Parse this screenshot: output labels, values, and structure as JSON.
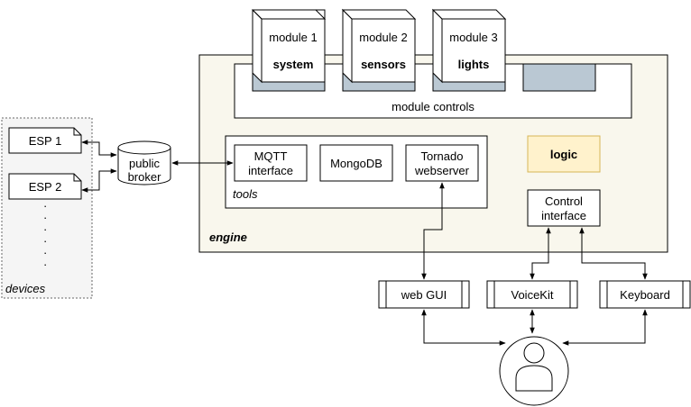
{
  "diagram": {
    "devices": {
      "label": "devices",
      "esp1": "ESP 1",
      "esp2": "ESP 2",
      "dots": [
        "·",
        "·",
        "·",
        "·",
        "·",
        "·",
        "·"
      ]
    },
    "broker": {
      "line1": "public",
      "line2": "broker"
    },
    "engine": {
      "label": "engine"
    },
    "modules": [
      {
        "title": "module 1",
        "name": "system"
      },
      {
        "title": "module 2",
        "name": "sensors"
      },
      {
        "title": "module 3",
        "name": "lights"
      }
    ],
    "module_controls": "module controls",
    "tools": {
      "label": "tools",
      "mqtt_line1": "MQTT",
      "mqtt_line2": "interface",
      "mongodb": "MongoDB",
      "tornado_line1": "Tornado",
      "tornado_line2": "webserver"
    },
    "logic": "logic",
    "control_interface": {
      "line1": "Control",
      "line2": "interface"
    },
    "clients": {
      "web_gui": "web GUI",
      "voicekit": "VoiceKit",
      "keyboard": "Keyboard"
    },
    "colors": {
      "devices_fill": "#f5f5f5",
      "engine_fill": "#f9f7ed",
      "module_slot": "#bac8d3",
      "logic_fill": "#fff2cc",
      "logic_stroke": "#d6b656",
      "devices_stroke": "#666666"
    }
  }
}
